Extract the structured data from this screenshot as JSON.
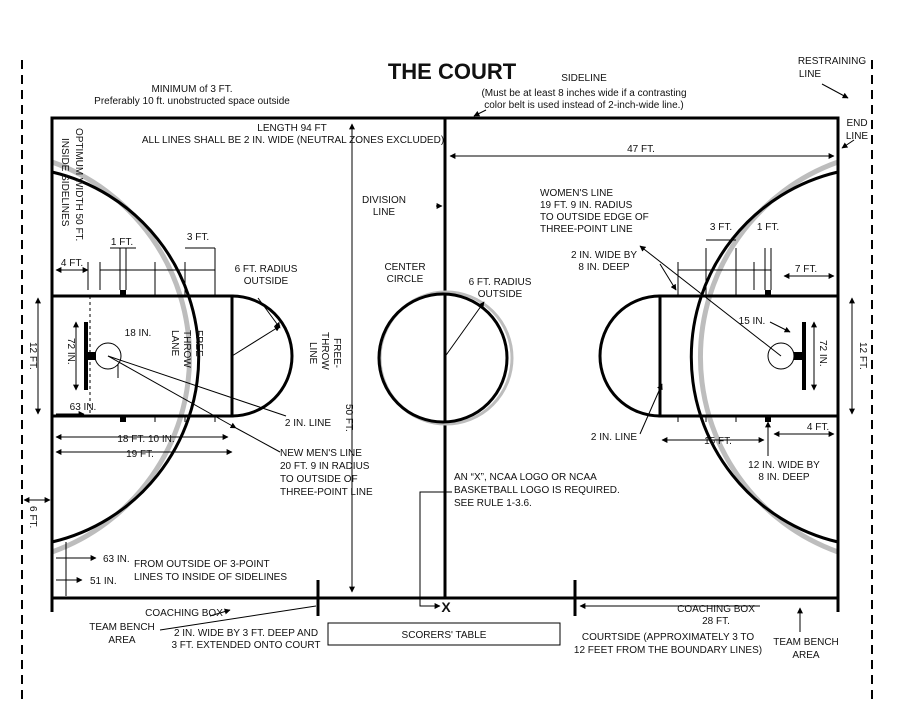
{
  "title": "THE COURT",
  "labels": {
    "minimum_1": "MINIMUM of 3 FT.",
    "minimum_2": "Preferably 10 ft. unobstructed space outside",
    "sideline_1": "SIDELINE",
    "sideline_2": "(Must be at least 8 inches wide if a contrasting",
    "sideline_3": "color belt is used instead of 2-inch-wide line.)",
    "restraining_1": "RESTRAINING",
    "restraining_2": "LINE",
    "endline_1": "END",
    "endline_2": "LINE",
    "length": "LENGTH 94 FT",
    "all_lines": "ALL LINES SHALL BE 2 IN. WIDE (NEUTRAL ZONES EXCLUDED)",
    "optimum_1": "OPTIMUM WIDTH 50 FT.",
    "optimum_2": "INSIDE SIDELINES",
    "half_length": "47 FT.",
    "division_1": "DIVISION",
    "division_2": "LINE",
    "womens_1": "WOMEN'S  LINE",
    "womens_2": "19 FT. 9 IN. RADIUS",
    "womens_3": "TO OUTSIDE EDGE OF",
    "womens_4": "THREE-POINT LINE",
    "one_ft_left": "1 FT.",
    "three_ft_left": "3 FT.",
    "four_ft_left": "4 FT.",
    "three_ft_right": "3 FT.",
    "one_ft_right": "1 FT.",
    "seven_ft_right": "7 FT.",
    "radius_left_1": "6 FT. RADIUS",
    "radius_left_2": "OUTSIDE",
    "center_1": "CENTER",
    "center_2": "CIRCLE",
    "radius_center_1": "6 FT. RADIUS",
    "radius_center_2": "OUTSIDE",
    "two_in_deep_1": "2 IN. WIDE BY",
    "two_in_deep_2": "8 IN. DEEP",
    "twelve_ft_left": "12 FT.",
    "seventy_two_left": "72 IN.",
    "eighteen_in": "18 IN.",
    "lane_1": "FREE-",
    "lane_2": "THROW",
    "lane_3": "LANE",
    "ftline_1": "FREE-",
    "ftline_2": "THROW",
    "ftline_3": "LINE",
    "fifteen_in": "15 IN.",
    "seventy_two_right": "72 IN.",
    "twelve_ft_right": "12 FT.",
    "sixty_three_left": "63 IN.",
    "two_in_line_left": "2 IN. LINE",
    "fifty_ft": "50 FT.",
    "two_in_line_right": "2 IN. LINE",
    "eighteen_ten": "18 FT. 10 IN.",
    "nineteen_ft": "19 FT.",
    "fifteen_ft": "15 FT.",
    "four_ft_right": "4 FT.",
    "mens_1": "NEW MEN'S LINE",
    "mens_2": "20 FT. 9 IN RADIUS",
    "mens_3": "TO OUTSIDE OF",
    "mens_4": "THREE-POINT LINE",
    "twelve_wide_1": "12 IN. WIDE BY",
    "twelve_wide_2": "8 IN. DEEP",
    "x_logo_1": "AN “X”, NCAA LOGO OR NCAA",
    "x_logo_2": "BASKETBALL LOGO IS REQUIRED.",
    "x_logo_3": "SEE RULE 1-3.6.",
    "six_ft": "6 FT.",
    "sixty_three_bottom": "63 IN.",
    "fifty_one": "51 IN.",
    "from_outside_1": "FROM OUTSIDE OF 3-POINT",
    "from_outside_2": "LINES TO INSIDE OF SIDELINES",
    "x_mark": "X",
    "coaching_left": "COACHING BOX",
    "team_bench_left_1": "TEAM BENCH",
    "team_bench_left_2": "AREA",
    "two_in_wide_1": "2 IN. WIDE BY 3 FT. DEEP AND",
    "two_in_wide_2": "3 FT. EXTENDED ONTO COURT",
    "scorers_table": "SCORERS' TABLE",
    "coaching_right_1": "COACHING BOX",
    "coaching_right_2": "28 FT.",
    "courtside_1": "COURTSIDE (APPROXIMATELY 3 TO",
    "courtside_2": "12 FEET FROM THE BOUNDARY LINES)",
    "team_bench_right_1": "TEAM BENCH",
    "team_bench_right_2": "AREA"
  }
}
